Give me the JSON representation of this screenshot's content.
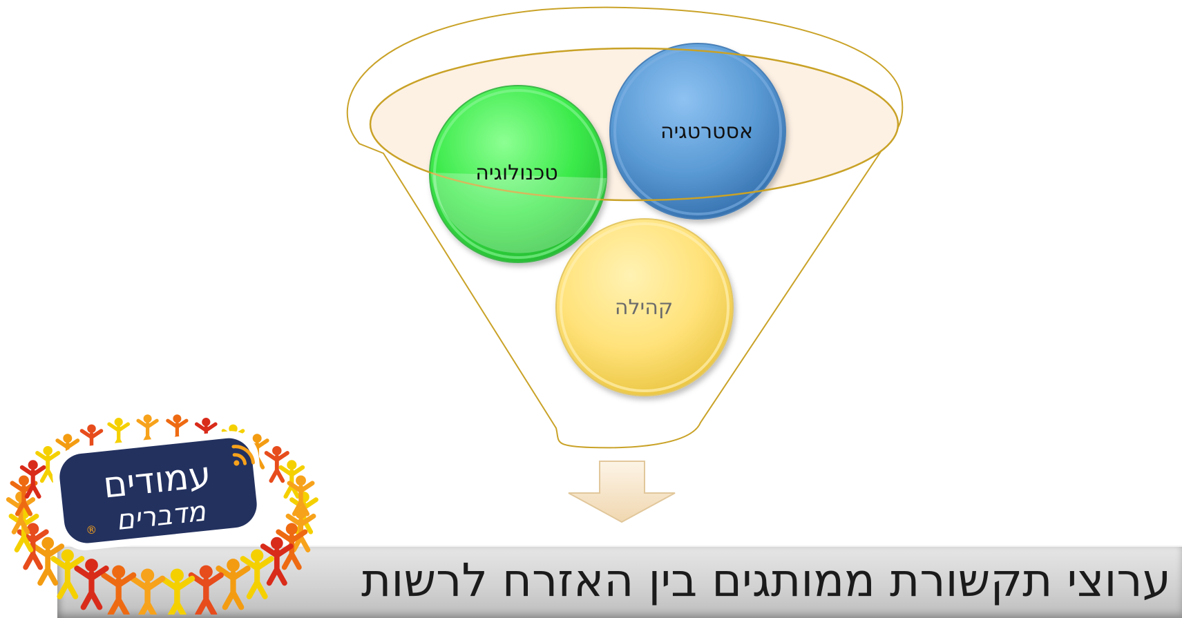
{
  "diagram": {
    "circles": [
      {
        "id": "strategy",
        "label": "אסטרטגיה",
        "color": "#5b9bd5",
        "label_color": "#111111"
      },
      {
        "id": "technology",
        "label": "טכנולוגיה",
        "color": "#3bea4a",
        "label_color": "#111111"
      },
      {
        "id": "community",
        "label": "קהילה",
        "color": "#ffe27a",
        "label_color": "#6b6b6b"
      }
    ],
    "result": "ערוצי תקשורת ממותגים בין האזרח לרשות",
    "funnel_color": "#c9a227",
    "ellipse_fill": "#fdf1e4"
  },
  "logo": {
    "line1": "עמודים",
    "line2": "מדברים",
    "registered": "®"
  }
}
